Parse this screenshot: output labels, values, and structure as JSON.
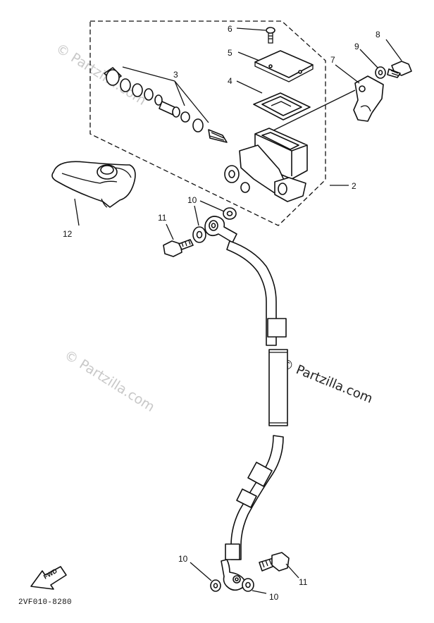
{
  "watermarks": [
    "© Partzilla.com",
    "© Partzilla.com",
    "© Partzilla.com"
  ],
  "callouts": {
    "c2": "2",
    "c3": "3",
    "c4": "4",
    "c5": "5",
    "c6": "6",
    "c7": "7",
    "c8": "8",
    "c9": "9",
    "c10a": "10",
    "c10b": "10",
    "c10c": "10",
    "c11a": "11",
    "c11b": "11",
    "c12": "12"
  },
  "fwd_label": "FWD",
  "diagram_code": "2VF010-8280"
}
